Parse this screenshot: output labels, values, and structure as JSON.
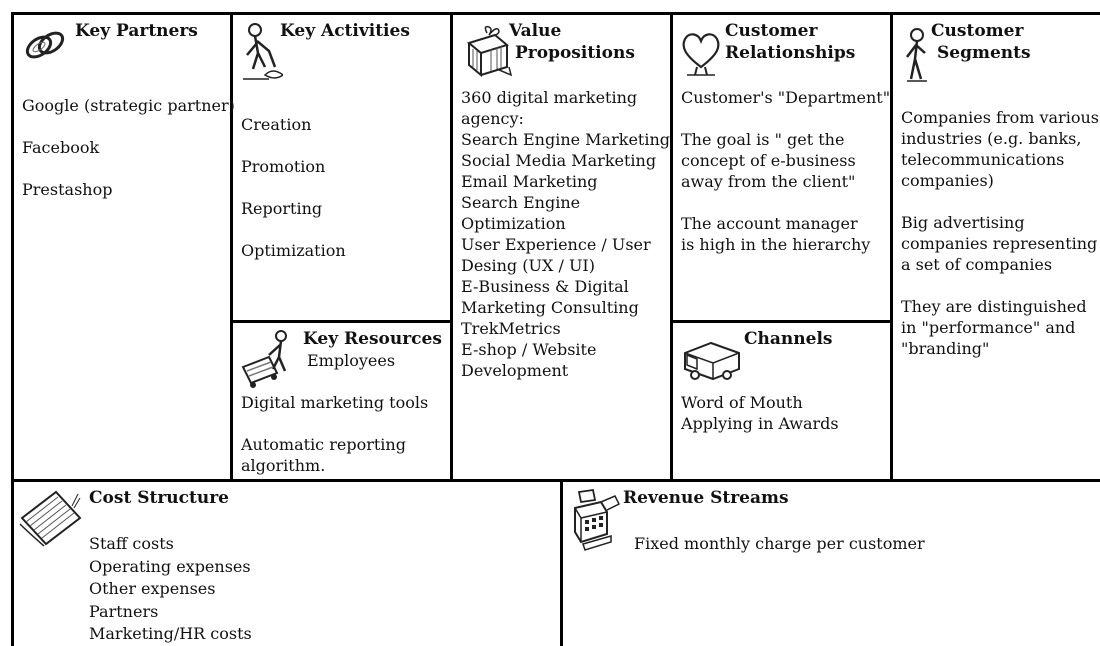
{
  "canvas": {
    "title": "Business Model Canvas"
  },
  "key_partners": {
    "title": "Key Partners",
    "items": [
      "Google (strategic partner)",
      "Facebook",
      "Prestashop"
    ]
  },
  "key_activities": {
    "title": "Key Activities",
    "items": [
      "Creation",
      "Promotion",
      "Reporting",
      "Optimization"
    ]
  },
  "key_resources": {
    "title": "Key Resources",
    "subtitle": "Employees",
    "items": [
      "Digital marketing tools",
      "Automatic reporting algorithm."
    ]
  },
  "value_propositions": {
    "title_line1": "Value",
    "title_line2": "Propositions",
    "items": [
      "360 digital marketing",
      "agency:",
      "Search Engine Marketing",
      "Social Media Marketing",
      "Email Marketing",
      "Search Engine",
      "Optimization",
      "User Experience / User",
      "Desing (UX / UI)",
      "E-Business & Digital",
      "Marketing Consulting",
      "TrekMetrics",
      "E-shop / Website",
      "Development"
    ]
  },
  "customer_relationships": {
    "title_line1": "Customer",
    "title_line2": "Relationships",
    "items": [
      "Customer's \"Department\"",
      "The goal is \" get the concept of e-business away from the client\"",
      "The account manager is high in the hierarchy"
    ]
  },
  "channels": {
    "title": "Channels",
    "items": [
      "Word of Mouth",
      "Applying in Awards"
    ]
  },
  "customer_segments": {
    "title_line1": "Customer",
    "title_line2": "Segments",
    "items": [
      "Companies from various industries (e.g. banks, telecommunications companies)",
      "Big advertising companies representing a set of companies",
      "They are distinguished in \"performance\" and \"branding\""
    ]
  },
  "cost_structure": {
    "title": "Cost Structure",
    "items": [
      "Staff costs",
      "Operating expenses",
      "Other expenses",
      "Partners",
      "Marketing/HR costs"
    ]
  },
  "revenue_streams": {
    "title": "Revenue Streams",
    "items": [
      "Fixed monthly charge per customer"
    ]
  },
  "icons": {
    "key_partners": "chain-links-icon",
    "key_activities": "worker-digging-icon",
    "key_resources": "worker-with-cart-icon",
    "value_propositions": "gift-box-icon",
    "customer_relationships": "heart-icon",
    "channels": "delivery-truck-icon",
    "customer_segments": "person-icon",
    "cost_structure": "receipt-papers-icon",
    "revenue_streams": "cash-register-icon"
  }
}
